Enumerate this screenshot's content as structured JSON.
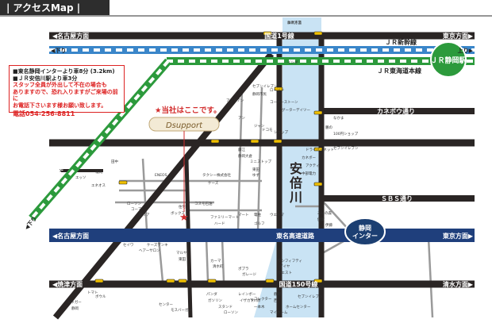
{
  "title": "| アクセスMap |",
  "colors": {
    "road": "#2a2524",
    "highway": "#1f3f7c",
    "river": "#c9e3f4",
    "shinkansen": "#3a86c9",
    "tokaido": "#2c9a3c",
    "accent": "#d22b2b",
    "interchange": "#1c3f72"
  },
  "legend": {
    "line1": "■東名静岡インターより車8分 (3.2km)",
    "line2": "■ＪＲ安倍川駅より車3分",
    "note1": "スタッフ全員が外出して不在の場合も",
    "note2": "ありますので、恐れ入りますがご来場の前に",
    "note3": "お電話下さいます様お願い致します。",
    "phone": "電話054-256-8811"
  },
  "road_labels": {
    "top_west": "◀名古屋方面",
    "top_national": "国道1号線",
    "top_east": "東京方面▶",
    "shinkansen": "ＪＲ新幹線",
    "tokaido": "ＪＲ東海道本線",
    "kudari": "◀下り",
    "nobori": "上り▶",
    "kudari_sw": "◀下り",
    "kanebo": "カネボウ通り",
    "sbs": "ＳＢＳ通り",
    "tomei_west": "◀名古屋方面",
    "tomei_name": "東名高速道路",
    "tomei_east": "東京方面▶",
    "bottom_west": "◀焼津方面",
    "bottom_national": "国道150号線",
    "bottom_east": "清水方面▶"
  },
  "stations": {
    "shizuoka": "ＪＲ静岡駅",
    "abekawa": "ＪＲ安倍川駅"
  },
  "river": "安倍川",
  "interchange": {
    "line1": "静岡",
    "line2": "インター"
  },
  "here": "★当社はここです。",
  "logo": "Dsupport",
  "landmarks": [
    "静岡方面",
    "イシダ",
    "セブンイレブン",
    "静岡市民",
    "ローソン",
    "アゾリアン",
    "コーナーストーン",
    "グーターデイツー",
    "アン",
    "ジャン",
    "ドコモ",
    "ショップ",
    "鵬の",
    "なかま",
    "100円ショップ",
    "セブンイレブン",
    "カネボー",
    "アクティ",
    "中部電力",
    "ドライバーネット",
    "ミニストップ",
    "東田",
    "藤江",
    "静岡大倉",
    "ゆず",
    "あいの森",
    "健康",
    "伊藤",
    "田中",
    "福丸",
    "エッソ",
    "エネオス",
    "ENEOS",
    "タクシー株式会社",
    "ケーズ",
    "ローソン",
    "コーマ",
    "セリア",
    "ボックス",
    "住宅",
    "コスモ石油",
    "ファミリーマート",
    "ハード",
    "マート",
    "電柱",
    "ゴルフ",
    "ウエシマ",
    "セイワ",
    "ケーズデンキ",
    "ヘアーサロン",
    "マルヤ",
    "東田",
    "カーマ",
    "清水町",
    "ポプラ",
    "ガレージ",
    "ワンフィフティ",
    "ダイヤ",
    "クエスト",
    "下川原",
    "一本木",
    "静岡",
    "西",
    "セブンイレブン",
    "トマト",
    "ボウル",
    "ジャガー",
    "静岡",
    "レインボー",
    "イザカヤ",
    "パンダ",
    "ガソリン",
    "スタンド",
    "コレクター",
    "ホームセンター",
    "ローソン",
    "マイホーム",
    "センター",
    "モスバーガー",
    "エネオス"
  ]
}
